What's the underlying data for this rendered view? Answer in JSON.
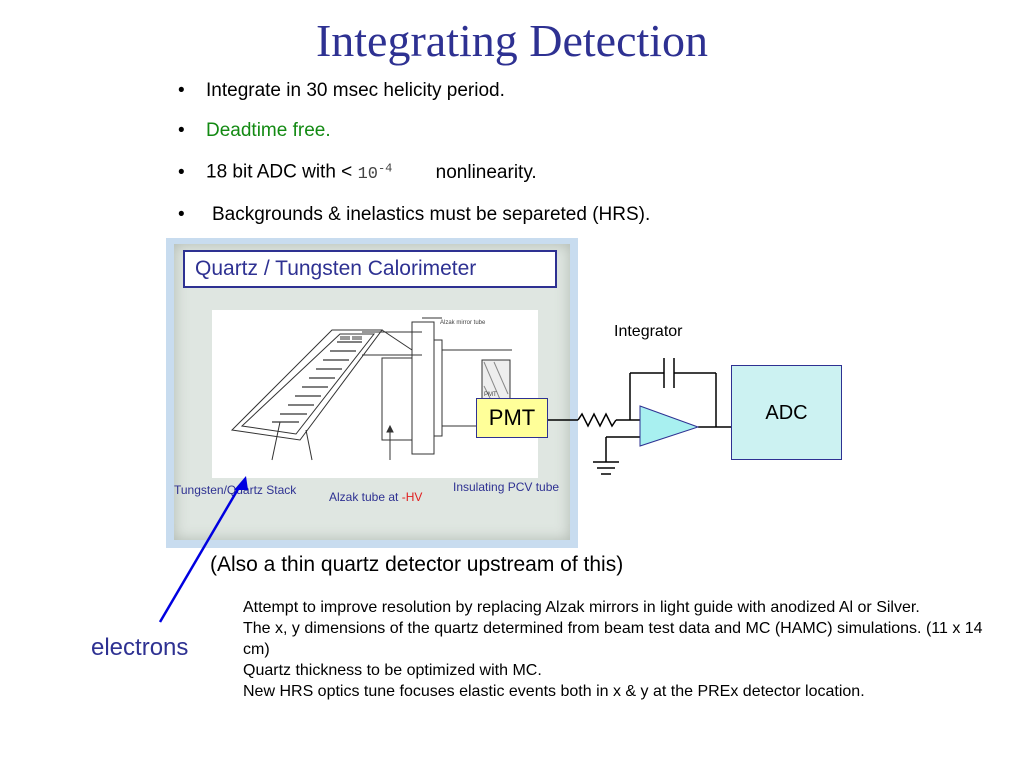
{
  "title": "Integrating  Detection",
  "bullets": {
    "b1": "Integrate  in  30 msec  helicity  period.",
    "b2": "Deadtime  free.",
    "b3_pre": "18 bit  ADC  with   <",
    "b3_value": "10",
    "b3_exp": "-4",
    "b3_post": "nonlinearity.",
    "b4": "Backgrounds & inelastics must be separeted (HRS).",
    "symbol": "•"
  },
  "panel": {
    "title": "Quartz / Tungsten Calorimeter",
    "label_stack": "Tungsten/Quartz Stack",
    "label_tube_pre": "Alzak tube at ",
    "label_tube_hv": "-HV",
    "label_pcv": "Insulating PCV tube",
    "label_mirror": "Alzak mirror tube",
    "label_pmt_small": "PMT"
  },
  "circuit": {
    "integrator": "Integrator",
    "pmt": "PMT",
    "adc": "ADC"
  },
  "also_note": "(Also  a  thin  quartz   detector  upstream  of  this)",
  "electrons": "electrons",
  "notes": [
    "Attempt to improve resolution by replacing Alzak mirrors in light guide with anodized Al or Silver.",
    "The x, y dimensions of the quartz determined from beam test data and MC (HAMC) simulations. (11 x 14 cm)",
    "Quartz thickness to be optimized with MC.",
    "New HRS optics tune focuses elastic events both in x & y at the PREx detector location."
  ],
  "colors": {
    "title": "#2e3192",
    "green": "#138a13",
    "pmt_fill": "#ffff99",
    "adc_fill": "#ccf2f2",
    "amp_fill": "#a8f0f0",
    "arrow": "#0000e0"
  }
}
